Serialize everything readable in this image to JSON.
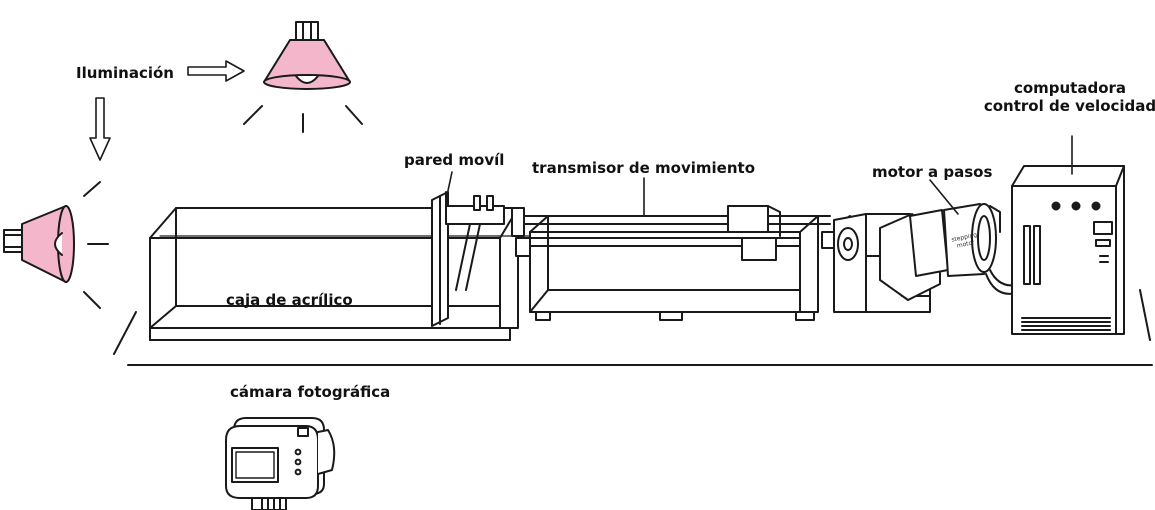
{
  "labels": {
    "illumination": "Iluminación",
    "moving_wall": "pared movíl",
    "motion_transmitter": "transmisor de movimiento",
    "stepper_motor": "motor a pasos",
    "computer_line1": "computadora",
    "computer_line2": "control de velocidad",
    "acrylic_box": "caja de acrílico",
    "camera": "cámara fotográfica",
    "motor_plate_line1": "stepping",
    "motor_plate_line2": "motor"
  },
  "colors": {
    "lamp_shade": "#f3b6cb",
    "ink": "#1a1a1a",
    "background": "#ffffff"
  },
  "icons": {
    "lamp": "lamp-icon",
    "arrow_right": "hollow-arrow-right-icon",
    "arrow_down": "hollow-arrow-down-icon",
    "camera": "camera-icon"
  }
}
